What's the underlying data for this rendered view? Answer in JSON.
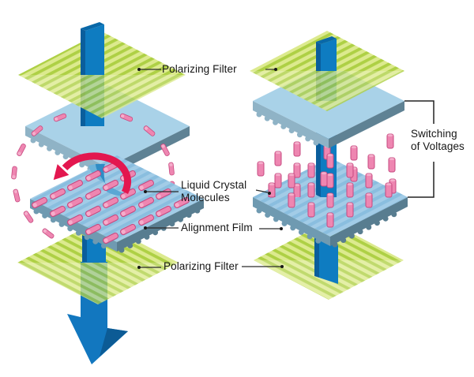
{
  "diagram": {
    "title_implicit": "LCD twisted-nematic operation diagram",
    "labels": {
      "polarizing_filter_top": "Polarizing Filter",
      "liquid_crystal_line1": "Liquid Crystal",
      "liquid_crystal_line2": "Molecules",
      "alignment_film": "Alignment Film",
      "polarizing_filter_bottom": "Polarizing Filter",
      "switching_line1": "Switching",
      "switching_line2": "of Voltages"
    },
    "colors": {
      "light_beam_blue": "#0e7cc1",
      "light_beam_dark": "#0a5e9c",
      "big_arrow_blue": "#1277bf",
      "big_arrow_shadow": "#0c5b95",
      "glass_plate_top": "#a9d2e8",
      "plate_edge_left": "#8fb3c6",
      "plate_edge_right": "#5f8294",
      "film_ridge_light": "#a2cce7",
      "film_ridge_dark": "#8abedf",
      "film_edge_left": "#6f9ab1",
      "film_edge_right": "#587d90",
      "filter_stripe_light": "#dcea8e",
      "filter_stripe_dark": "#aed045",
      "molecule_pink": "#ee86b1",
      "molecule_pink_dark": "#c6487f",
      "twist_arrow_red": "#e3174f",
      "label_text": "#161616",
      "leader_line": "#2b2b2b"
    }
  }
}
